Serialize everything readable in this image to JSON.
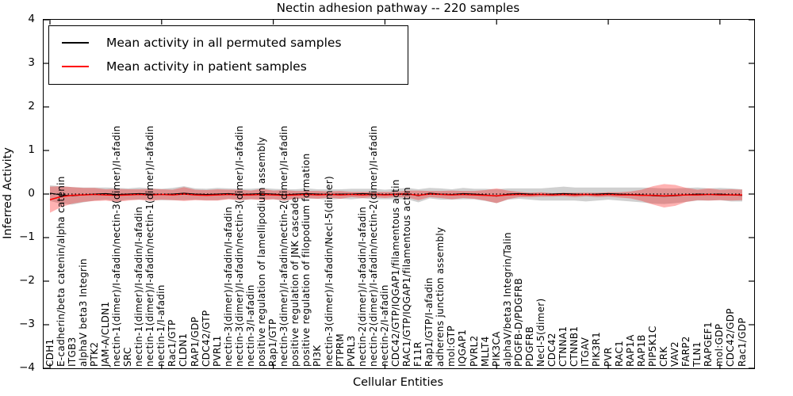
{
  "title": "Nectin adhesion pathway -- 220 samples",
  "chart_data": {
    "type": "line",
    "title": "Nectin adhesion pathway -- 220 samples",
    "xlabel": "Cellular Entities",
    "ylabel": "Inferred Activity",
    "ylim": [
      -4,
      4
    ],
    "yticks": [
      4,
      3,
      2,
      1,
      0,
      -1,
      -2,
      -3,
      -4
    ],
    "xticks": [
      0,
      10,
      20,
      30,
      40,
      50,
      60
    ],
    "grid": false,
    "legend_position": "upper left",
    "zero_line": true,
    "categories": [
      "CDH1",
      "E-cadherin/beta catenin/alpha catenin",
      "ITGB3",
      "alphaV beta3 Integrin",
      "PTK2",
      "JAM-A/CLDN1",
      "nectin-1(dimer)/I-afadin/nectin-3(dimer)/I-afadin",
      "SRC",
      "nectin-1(dimer)/I-afadin/I-afadin",
      "nectin-1(dimer)/I-afadin/nectin-1(dimer)/I-afadin",
      "nectin-1/I-afadin",
      "Rac1/GTP",
      "CLDN1",
      "RAP1/GDP",
      "CDC42/GTP",
      "PVRL1",
      "nectin-3(dimer)/I-afadin/I-afadin",
      "nectin-3(dimer)/I-afadin/nectin-3(dimer)/I-afadin",
      "nectin-3/I-afadin",
      "positive regulation of lamellipodium assembly",
      "Rap1/GTP",
      "nectin-3(dimer)/I-afadin/nectin-2(dimer)/I-afadin",
      "positive regulation of JNK cascade",
      "positive regulation of filopodium formation",
      "PI3K",
      "nectin-3(dimer)/I-afadin/Necl-5(dimer)",
      "PTPRM",
      "PVRL3",
      "nectin-2(dimer)/I-afadin/I-afadin",
      "nectin-2(dimer)/I-afadin/nectin-2(dimer)/I-afadin",
      "nectin-2/I-afadin",
      "CDC42/GTP/IQGAP1/filamentous actin",
      "RAC1/GTP/IQGAP1/filamentous actin",
      "F11R",
      "Rap1/GTP/I-afadin",
      "adherens junction assembly",
      "mol:GTP",
      "IQGAP1",
      "PVRL2",
      "MLLT4",
      "PIK3CA",
      "alphaV/beta3 Integrin/Talin",
      "PDGFB-D/PDGFRB",
      "PDGFRB",
      "Necl-5(dimer)",
      "CDC42",
      "CTNNA1",
      "CTNNB1",
      "ITGAV",
      "PIK3R1",
      "PVR",
      "RAC1",
      "RAP1A",
      "RAP1B",
      "PIP5K1C",
      "CRK",
      "VAV2",
      "FARP2",
      "TLN1",
      "RAPGEF1",
      "mol:GDP",
      "CDC42/GDP",
      "Rac1/GDP"
    ],
    "series": [
      {
        "name": "Mean activity in all permuted samples",
        "color": "#000000",
        "band_fill": "rgba(100,100,100,0.30)",
        "values": [
          0.02,
          -0.02,
          -0.04,
          -0.02,
          0.0,
          0.01,
          -0.01,
          0.0,
          0.01,
          0.0,
          -0.01,
          0.0,
          0.02,
          0.0,
          -0.01,
          0.0,
          0.01,
          -0.01,
          0.0,
          0.01,
          0.0,
          -0.02,
          0.0,
          0.01,
          0.0,
          -0.01,
          0.0,
          0.0,
          0.01,
          0.0,
          -0.01,
          0.0,
          0.01,
          -0.04,
          0.02,
          0.0,
          -0.01,
          0.01,
          0.0,
          -0.02,
          -0.05,
          0.0,
          0.01,
          0.0,
          -0.01,
          0.0,
          0.01,
          0.0,
          -0.01,
          0.0,
          0.01,
          0.0,
          -0.01,
          -0.02,
          -0.04,
          -0.05,
          -0.04,
          -0.02,
          0.0,
          -0.01,
          0.0,
          -0.02,
          -0.03
        ],
        "band": [
          0.18,
          0.2,
          0.2,
          0.17,
          0.15,
          0.14,
          0.15,
          0.13,
          0.14,
          0.13,
          0.13,
          0.14,
          0.16,
          0.13,
          0.13,
          0.14,
          0.12,
          0.13,
          0.12,
          0.13,
          0.12,
          0.13,
          0.11,
          0.12,
          0.11,
          0.12,
          0.11,
          0.12,
          0.11,
          0.12,
          0.11,
          0.12,
          0.13,
          0.15,
          0.12,
          0.13,
          0.12,
          0.13,
          0.12,
          0.14,
          0.16,
          0.13,
          0.12,
          0.13,
          0.14,
          0.15,
          0.16,
          0.15,
          0.16,
          0.15,
          0.14,
          0.15,
          0.16,
          0.17,
          0.18,
          0.18,
          0.17,
          0.16,
          0.15,
          0.14,
          0.14,
          0.15,
          0.14
        ]
      },
      {
        "name": "Mean activity in patient samples",
        "color": "#ff0000",
        "band_fill": "rgba(255,0,0,0.30)",
        "values": [
          -0.13,
          -0.06,
          -0.03,
          -0.02,
          -0.01,
          -0.02,
          -0.03,
          -0.02,
          -0.01,
          -0.02,
          -0.01,
          -0.02,
          0.0,
          -0.02,
          -0.03,
          -0.02,
          -0.01,
          -0.02,
          -0.02,
          -0.01,
          -0.02,
          -0.03,
          -0.02,
          -0.01,
          -0.02,
          -0.01,
          -0.02,
          -0.01,
          -0.02,
          -0.01,
          -0.02,
          -0.01,
          0.0,
          -0.03,
          0.0,
          -0.01,
          -0.02,
          -0.01,
          -0.02,
          -0.03,
          -0.04,
          -0.02,
          -0.01,
          -0.02,
          -0.01,
          -0.02,
          -0.01,
          -0.02,
          -0.01,
          -0.02,
          -0.01,
          -0.02,
          -0.02,
          -0.03,
          -0.03,
          -0.04,
          -0.03,
          -0.02,
          -0.02,
          -0.01,
          -0.02,
          -0.02,
          -0.02
        ],
        "band": [
          0.3,
          0.24,
          0.19,
          0.16,
          0.15,
          0.13,
          0.15,
          0.13,
          0.12,
          0.14,
          0.12,
          0.12,
          0.16,
          0.12,
          0.12,
          0.13,
          0.11,
          0.12,
          0.1,
          0.13,
          0.1,
          0.12,
          0.09,
          0.08,
          0.09,
          0.07,
          0.09,
          0.06,
          0.07,
          0.06,
          0.07,
          0.06,
          0.08,
          0.11,
          0.07,
          0.08,
          0.1,
          0.08,
          0.09,
          0.12,
          0.17,
          0.1,
          0.06,
          0.05,
          0.05,
          0.04,
          0.04,
          0.05,
          0.04,
          0.05,
          0.05,
          0.06,
          0.08,
          0.13,
          0.21,
          0.27,
          0.24,
          0.16,
          0.12,
          0.14,
          0.12,
          0.13,
          0.12
        ]
      }
    ],
    "zero_line_color": "#000000",
    "axis_color": "#000000"
  }
}
